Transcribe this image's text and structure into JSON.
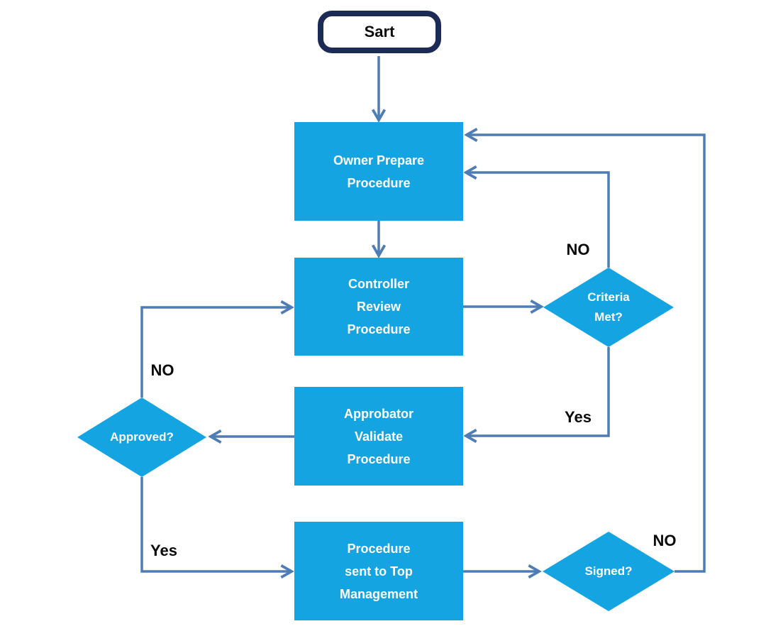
{
  "diagram": {
    "type": "flowchart",
    "colors": {
      "process_fill": "#15A4E2",
      "connector": "#4E7CB5",
      "start_border": "#1C2B55",
      "start_fill": "#FFFFFF",
      "node_text": "#FFFFFF",
      "edge_label_text": "#0A0A0A"
    }
  },
  "nodes": {
    "start": {
      "label": "Sart"
    },
    "owner": {
      "lines": [
        "Owner Prepare",
        "Procedure"
      ]
    },
    "controller": {
      "lines": [
        "Controller",
        "Review",
        "Procedure"
      ]
    },
    "approbator": {
      "lines": [
        "Approbator",
        "Validate",
        "Procedure"
      ]
    },
    "top_management": {
      "lines": [
        "Procedure",
        "sent to Top",
        "Management"
      ]
    },
    "criteria": {
      "lines": [
        "Criteria",
        "Met?"
      ]
    },
    "approved": {
      "label": "Approved?"
    },
    "signed": {
      "label": "Signed?"
    }
  },
  "edges": [
    {
      "from": "start",
      "to": "owner_prepare",
      "label": ""
    },
    {
      "from": "owner_prepare",
      "to": "controller_review",
      "label": ""
    },
    {
      "from": "controller_review",
      "to": "criteria_met",
      "label": ""
    },
    {
      "from": "criteria_met",
      "to": "owner_prepare",
      "label": "NO"
    },
    {
      "from": "criteria_met",
      "to": "approbator_validate",
      "label": "Yes"
    },
    {
      "from": "approbator_validate",
      "to": "approved",
      "label": ""
    },
    {
      "from": "approved",
      "to": "controller_review",
      "label": "NO"
    },
    {
      "from": "approved",
      "to": "top_management",
      "label": "Yes"
    },
    {
      "from": "top_management",
      "to": "signed",
      "label": ""
    },
    {
      "from": "signed",
      "to": "owner_prepare",
      "label": "NO"
    }
  ]
}
